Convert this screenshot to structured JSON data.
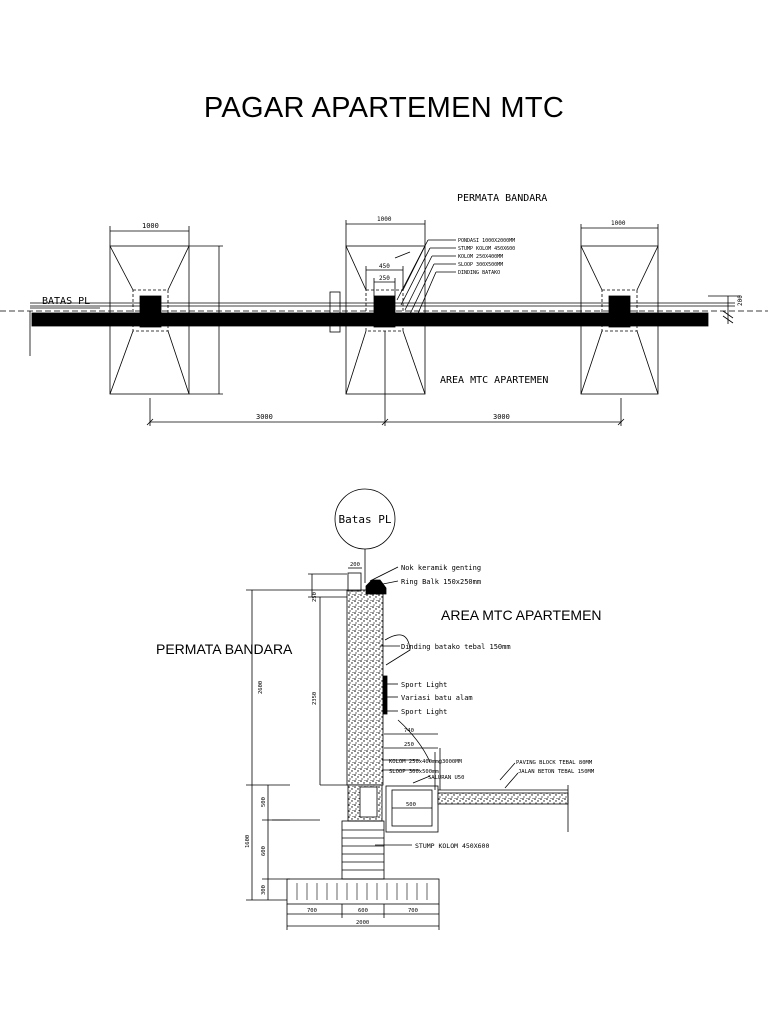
{
  "title": "PAGAR APARTEMEN MTC",
  "plan": {
    "label_permata": "PERMATA BANDARA",
    "label_batas": "BATAS PL",
    "label_area": "AREA MTC APARTEMEN",
    "dim_pondasi_left": "1000",
    "dim_pondasi_mid": "1000",
    "dim_pondasi_right": "1000",
    "dim_stump": "450",
    "dim_kolom": "250",
    "dim_span_left": "3000",
    "dim_span_right": "3000",
    "dim_side": "200",
    "notes": [
      "PONDASI 1000X2000MM",
      "STUMP KOLOM 450X600",
      "KOLOM 250X400MM",
      "SLOOP 300X500MM",
      "DINDING BATAKO"
    ]
  },
  "section": {
    "bubble": "Batas PL",
    "label_area": "AREA MTC APARTEMEN",
    "label_permata": "PERMATA BANDARA",
    "callouts": [
      "Nok keramik genting",
      "Ring Balk 150x250mm",
      "Dinding batako tebal 150mm",
      "Sport Light",
      "Variasi batu alam",
      "Sport Light"
    ],
    "callouts_lower": [
      "KOLOM 250x400mm@3000MM",
      "SLOOP 300x500mm",
      "SALURAN U50",
      "PAVING BLOCK TEBAL 80MM",
      "JALAN BETON TEBAL 150MM",
      "STUMP KOLOM 450X600"
    ],
    "dims": {
      "cap": "200",
      "ring": "250",
      "total": "2600",
      "wall": "2350",
      "sloop": "500",
      "stump": "600",
      "footing": "300",
      "below": "1600",
      "col_w": "740",
      "col_w2": "250",
      "saluran": "500",
      "bottom_left": "700",
      "bottom_mid": "600",
      "bottom_right": "700",
      "bottom_total": "2000"
    }
  }
}
